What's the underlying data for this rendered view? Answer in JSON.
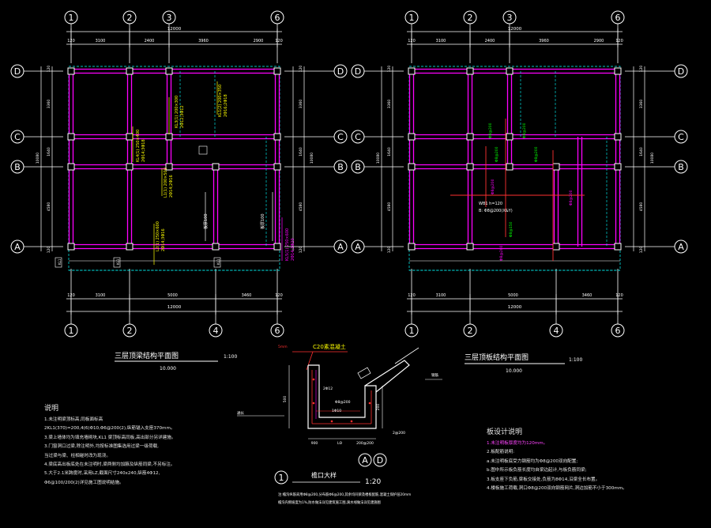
{
  "colors": {
    "background": "#000000",
    "axis_grid": "#00ff00",
    "beam": "#ff00ff",
    "dimension": "#00ffff",
    "label_yellow": "#ffff00",
    "section_red": "#ff3030",
    "text": "#ffffff"
  },
  "axes": {
    "vertical_left": [
      "1",
      "2",
      "3",
      "6"
    ],
    "vertical_left_bottom": [
      "1",
      "2",
      "4",
      "6"
    ],
    "horizontal": [
      "D",
      "C",
      "B",
      "A"
    ]
  },
  "dims": {
    "total": "12000",
    "top_segments": [
      "120",
      "3100",
      "2400",
      "3960",
      "2900",
      "120"
    ],
    "bottom_segments": [
      "120",
      "3100",
      "5000",
      "3460",
      "120"
    ],
    "side_segments": [
      "120",
      "3360",
      "1640",
      "4580",
      "120"
    ],
    "side_total": "10080"
  },
  "left_plan": {
    "title": "三层顶梁结构平面图",
    "scale": "1:100",
    "elevation": "10.000"
  },
  "right_plan": {
    "title": "三层顶板结构平面图",
    "scale": "1:100",
    "elevation": "10.000"
  },
  "notes_left": {
    "heading": "说明",
    "lines": [
      "1.未注明梁顶标高,同板面标高",
      "2KL1(370)=200,4(6)Φ10,Φ6@200(2),纵筋锚入支座370mm。",
      "3.梁上墙体均为填充墙砌块,KL1 梁顶标高同板,高出部分另详建施。",
      "3.门窗洞口过梁,除注明外,均按标准图集选用过梁一级荷载,",
      "  当过梁与梁、柱相碰时改为现浇。",
      "4.梁底高出板底处在未注明时,梁两侧均加腋及纵筋同梁,不另标注。",
      "5.大于2.1米跨度时,采用LZ,截面尺寸240x240,纵筋4Φ12,",
      "  Φ6@100/200(2)详见施工图说明结施。"
    ]
  },
  "detail": {
    "label_top": "C20素混凝土",
    "label_title": "檐口大样",
    "scale": "1:20",
    "marker": "1",
    "axis_marks": [
      "A",
      "D"
    ],
    "dims": [
      "500",
      "900",
      "200",
      "1030"
    ],
    "tags": [
      "5mm",
      "2@200",
      "钢筋",
      "通长",
      "1Φ10",
      "200@200",
      "2Φ12",
      "Φ8@200",
      "LΘ"
    ],
    "footnote_1": "注:檐沟纵筋采用Φ8@200,分布筋Φ6@200,其余均同梁及楼板配筋,混凝土保护层20mm",
    "footnote_2": "檐沟内侧坡度为1%,防水做法详见建筑施工图,滴水线做法详见建施图"
  },
  "notes_right": {
    "heading": "板设计说明",
    "lines": [
      "1.未注明板厚度均为120mm。",
      "2.板配筋说明:",
      "a.未注明板底受力钢筋均为Φ8@200双向配置;",
      "b.图中所示板负筋长度均自梁边起计,与板负筋同梁;",
      "3.板支座下负筋,梁板交接处,负筋为8Φ14,沿梁全长布置。",
      "4.楼板施工荷载,洞口Φ8@200双向钢筋网片,洞边加筋不小于300mm。"
    ],
    "highlight_index": 0
  },
  "left_plan_tags": {
    "beams": [
      "KL1(2) 200×350",
      "2Φ16;2Φ18",
      "KL3(1) 200×300",
      "2Φ12;3Φ12",
      "KL4(1) 250×400",
      "2Φ14;3Φ18",
      "L1(1) 200×500",
      "2Φ14;2Φ16",
      "L2(1) 250×600",
      "2Φ14;3Φ16",
      "KL5(1) 250×600",
      "2Φ14;3Φ20"
    ],
    "walls": [
      "板厚100",
      "板厚100"
    ],
    "kl_bottom": [
      "KL1",
      "KL1",
      "KL1"
    ]
  },
  "right_plan_tags": {
    "slab": [
      "WB1 h=120",
      "B: Φ8@200(X&Y)"
    ],
    "rebar": [
      "Φ8@200",
      "Φ8@200",
      "Φ8@150",
      "Φ8@200",
      "Φ8@200"
    ]
  }
}
